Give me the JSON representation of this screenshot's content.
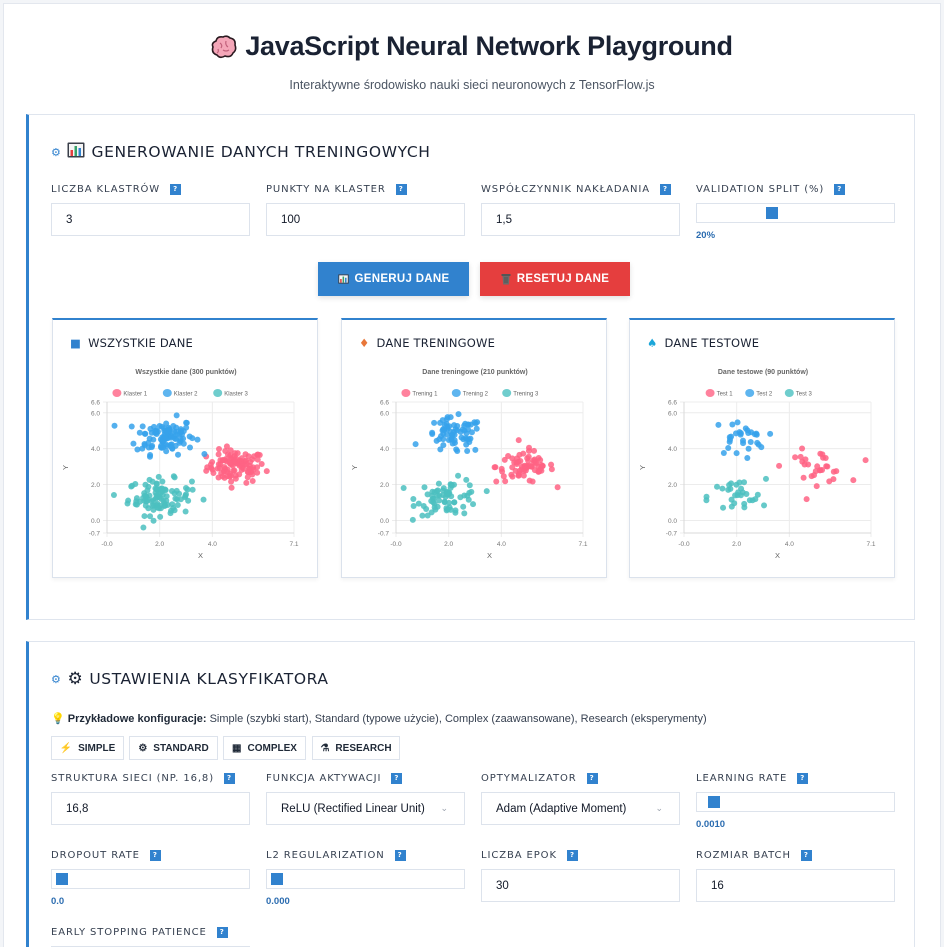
{
  "header": {
    "title": "JavaScript Neural Network Playground",
    "subtitle": "Interaktywne środowisko nauki sieci neuronowych z TensorFlow.js"
  },
  "data_section": {
    "title": "GENEROWANIE DANYCH TRENINGOWYCH",
    "fields": {
      "clusters": {
        "label": "LICZBA KLASTRÓW",
        "value": "3"
      },
      "points": {
        "label": "PUNKTY NA KLASTER",
        "value": "100"
      },
      "overlap": {
        "label": "WSPÓŁCZYNNIK NAKŁADANIA",
        "value": "1,5"
      },
      "validation": {
        "label": "VALIDATION SPLIT (%)",
        "value": "20%",
        "slider_pct": 36
      }
    },
    "help_label": "?",
    "buttons": {
      "generate": "GENERUJ DANE",
      "reset": "RESETUJ DANE"
    },
    "cards": {
      "all": {
        "heading": "WSZYSTKIE DANE",
        "icon": "■",
        "icon_color": "#3182ce"
      },
      "train": {
        "heading": "DANE TRENINGOWE",
        "icon": "♦",
        "icon_color": "#e8773a"
      },
      "test": {
        "heading": "DANE TESTOWE",
        "icon": "♠",
        "icon_color": "#1ba6d9"
      }
    }
  },
  "classifier_section": {
    "title": "USTAWIENIA KLASYFIKATORA",
    "note_bold": "Przykładowe konfiguracje:",
    "note_text": " Simple (szybki start), Standard (typowe użycie), Complex (zaawansowane), Research (eksperymenty)",
    "presets": [
      {
        "label": "SIMPLE",
        "icon": "⚡"
      },
      {
        "label": "STANDARD",
        "icon": "⚙"
      },
      {
        "label": "COMPLEX",
        "icon": "▦"
      },
      {
        "label": "RESEARCH",
        "icon": "⚗"
      }
    ],
    "fields": {
      "structure": {
        "label": "STRUKTURA SIECI (NP. 16,8)",
        "value": "16,8"
      },
      "activation": {
        "label": "FUNKCJA AKTYWACJI",
        "value": "ReLU (Rectified Linear Unit)"
      },
      "optimizer": {
        "label": "OPTYMALIZATOR",
        "value": "Adam (Adaptive Moment)"
      },
      "learning_rate": {
        "label": "LEARNING RATE",
        "value": "0.0010",
        "slider_pct": 4
      },
      "dropout": {
        "label": "DROPOUT RATE",
        "value": "0.0",
        "slider_pct": 0
      },
      "l2": {
        "label": "L2 REGULARIZATION",
        "value": "0.000",
        "slider_pct": 0
      },
      "epochs": {
        "label": "LICZBA EPOK",
        "value": "30"
      },
      "batch": {
        "label": "ROZMIAR BATCH",
        "value": "16"
      },
      "patience": {
        "label": "EARLY STOPPING PATIENCE",
        "value": ""
      }
    }
  },
  "colors": {
    "accent": "#3182ce",
    "danger": "#e53e3e",
    "c1": "#ff6384",
    "c2": "#36a2eb",
    "c3": "#4bc0c0"
  },
  "chart_data": [
    {
      "type": "scatter",
      "title": "Wszystkie dane (300 punktów)",
      "xlabel": "X",
      "ylabel": "Y",
      "xlim": [
        -0.0,
        7.1
      ],
      "ylim": [
        -0.7,
        6.6
      ],
      "xticks": [
        "-0.0",
        "2.0",
        "4.0",
        "7.1"
      ],
      "yticks": [
        "6.6",
        "6.0",
        "4.0",
        "2.0",
        "0.0",
        "-0.7"
      ],
      "legend_position": "top",
      "grid": true,
      "series": [
        {
          "name": "Klaster 1",
          "color": "#ff6384",
          "center": [
            4.9,
            3.0
          ],
          "spread": [
            0.55,
            0.45
          ],
          "count": 100
        },
        {
          "name": "Klaster 2",
          "color": "#36a2eb",
          "center": [
            2.2,
            4.7
          ],
          "spread": [
            0.55,
            0.5
          ],
          "count": 100
        },
        {
          "name": "Klaster 3",
          "color": "#4bc0c0",
          "center": [
            2.0,
            1.3
          ],
          "spread": [
            0.6,
            0.5
          ],
          "count": 100
        }
      ]
    },
    {
      "type": "scatter",
      "title": "Dane treningowe (210 punktów)",
      "xlabel": "X",
      "ylabel": "Y",
      "xlim": [
        -0.0,
        7.1
      ],
      "ylim": [
        -0.7,
        6.6
      ],
      "xticks": [
        "-0.0",
        "2.0",
        "4.0",
        "7.1"
      ],
      "yticks": [
        "6.6",
        "6.0",
        "4.0",
        "2.0",
        "0.0",
        "-0.7"
      ],
      "legend_position": "top",
      "grid": true,
      "series": [
        {
          "name": "Trening 1",
          "color": "#ff6384",
          "center": [
            4.9,
            3.0
          ],
          "spread": [
            0.55,
            0.45
          ],
          "count": 70
        },
        {
          "name": "Trening 2",
          "color": "#36a2eb",
          "center": [
            2.2,
            4.7
          ],
          "spread": [
            0.55,
            0.5
          ],
          "count": 70
        },
        {
          "name": "Trening 3",
          "color": "#4bc0c0",
          "center": [
            2.0,
            1.3
          ],
          "spread": [
            0.6,
            0.5
          ],
          "count": 70
        }
      ]
    },
    {
      "type": "scatter",
      "title": "Dane testowe (90 punktów)",
      "xlabel": "X",
      "ylabel": "Y",
      "xlim": [
        -0.0,
        7.1
      ],
      "ylim": [
        -0.7,
        6.6
      ],
      "xticks": [
        "-0.0",
        "2.0",
        "4.0",
        "7.1"
      ],
      "yticks": [
        "6.6",
        "6.0",
        "4.0",
        "2.0",
        "0.0",
        "-0.7"
      ],
      "legend_position": "top",
      "grid": true,
      "series": [
        {
          "name": "Test 1",
          "color": "#ff6384",
          "center": [
            5.0,
            3.0
          ],
          "spread": [
            0.6,
            0.45
          ],
          "count": 30
        },
        {
          "name": "Test 2",
          "color": "#36a2eb",
          "center": [
            2.1,
            4.6
          ],
          "spread": [
            0.5,
            0.5
          ],
          "count": 30
        },
        {
          "name": "Test 3",
          "color": "#4bc0c0",
          "center": [
            2.0,
            1.3
          ],
          "spread": [
            0.55,
            0.5
          ],
          "count": 30
        }
      ]
    }
  ]
}
